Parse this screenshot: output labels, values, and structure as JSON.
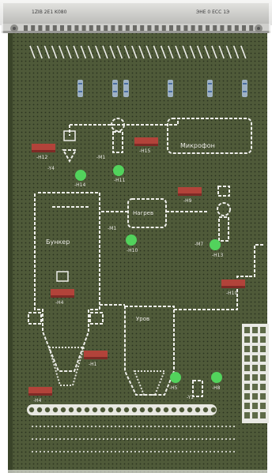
{
  "colors": {
    "pcb": "#4e5a38",
    "pcb_dark": "#3f4a2d",
    "trace": "#eeeeea",
    "connector": "#d6d6d3",
    "led": "#52d35c",
    "jumper": "#b2433a",
    "resistor_body": "#9fb2c4"
  },
  "connector_labels": {
    "left": "1ZIB 2E1 K080",
    "right": "ЭНЕ 0 ЕСС 1Э"
  },
  "labels": {
    "microphone_box": "Микрофон",
    "heater_box": "Нагрев",
    "bunker": "Бункер",
    "silo_right": "Уров",
    "h_labels": [
      "-H12",
      "-H15",
      "-H9",
      "-H10",
      "-H4",
      "-H1",
      "-H4"
    ],
    "m_labels": [
      "-M1",
      "-M7",
      "-M1"
    ],
    "y_labels": [
      "-Y4",
      "-Y1"
    ],
    "led_labels": [
      "-H14",
      "-H11",
      "-H10",
      "-H13",
      "-H5",
      "-H8"
    ]
  },
  "icons": {
    "leds": "green-led-icon",
    "jumpers": "jumper-block-icon",
    "resistors": "resistor-icon",
    "motors": "motor-symbol-icon",
    "valves": "valve-symbol-icon",
    "level_gauge": "level-gauge-icon"
  }
}
